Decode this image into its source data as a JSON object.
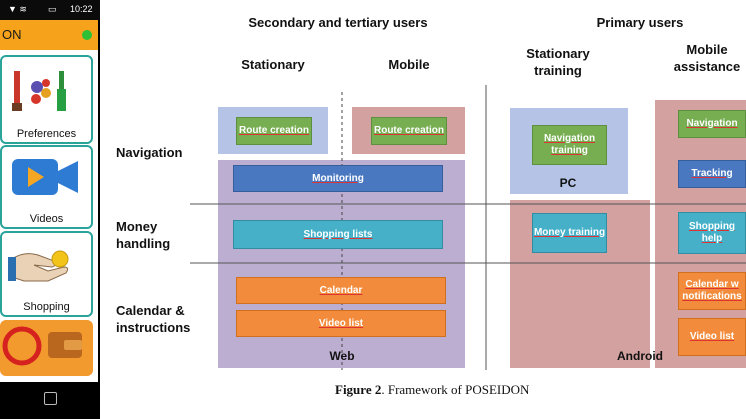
{
  "phone": {
    "status_time": "10:22",
    "app_title": "ON",
    "tiles": [
      {
        "label": "Preferences",
        "icon": "preferences-icon"
      },
      {
        "label": "Videos",
        "icon": "video-camera-icon"
      },
      {
        "label": "Shopping",
        "icon": "shopping-hand-icon"
      }
    ]
  },
  "diagram": {
    "headers": {
      "secondary": "Secondary and tertiary users",
      "primary": "Primary users",
      "stationary": "Stationary",
      "mobile": "Mobile",
      "stationary_training": "Stationary training",
      "mobile_assistance": "Mobile assistance"
    },
    "rows": {
      "navigation": "Navigation",
      "money": "Money handling",
      "calendar": "Calendar & instructions"
    },
    "boxes": {
      "route_creation_1": "Route creation",
      "route_creation_2": "Route creation",
      "monitoring": "Monitoring",
      "shopping_lists": "Shopping lists",
      "calendar": "Calendar",
      "video_list": "Video list",
      "navigation_training": "Navigation training",
      "money_training": "Money training",
      "navigation": "Navigation",
      "tracking": "Tracking",
      "shopping_help": "Shopping help",
      "calendar_notifications": "Calendar w notifications",
      "video_list_mobile": "Video list"
    },
    "platforms": {
      "web": "Web",
      "pc": "PC",
      "android": "Android"
    },
    "caption_bold": "Figure 2",
    "caption_rest": ". Framework of POSEIDON"
  },
  "colors": {
    "blue_panel": "#b4c3e6",
    "purple_panel": "#bcaed1",
    "pink_panel": "#d4a1a1",
    "green_box": "#77ae52",
    "darkblue_box": "#4a78c0",
    "teal_box": "#45b0c8",
    "orange_box": "#f28c3c",
    "phone_accent": "#f7a21b",
    "phone_border": "#2aa39b"
  }
}
